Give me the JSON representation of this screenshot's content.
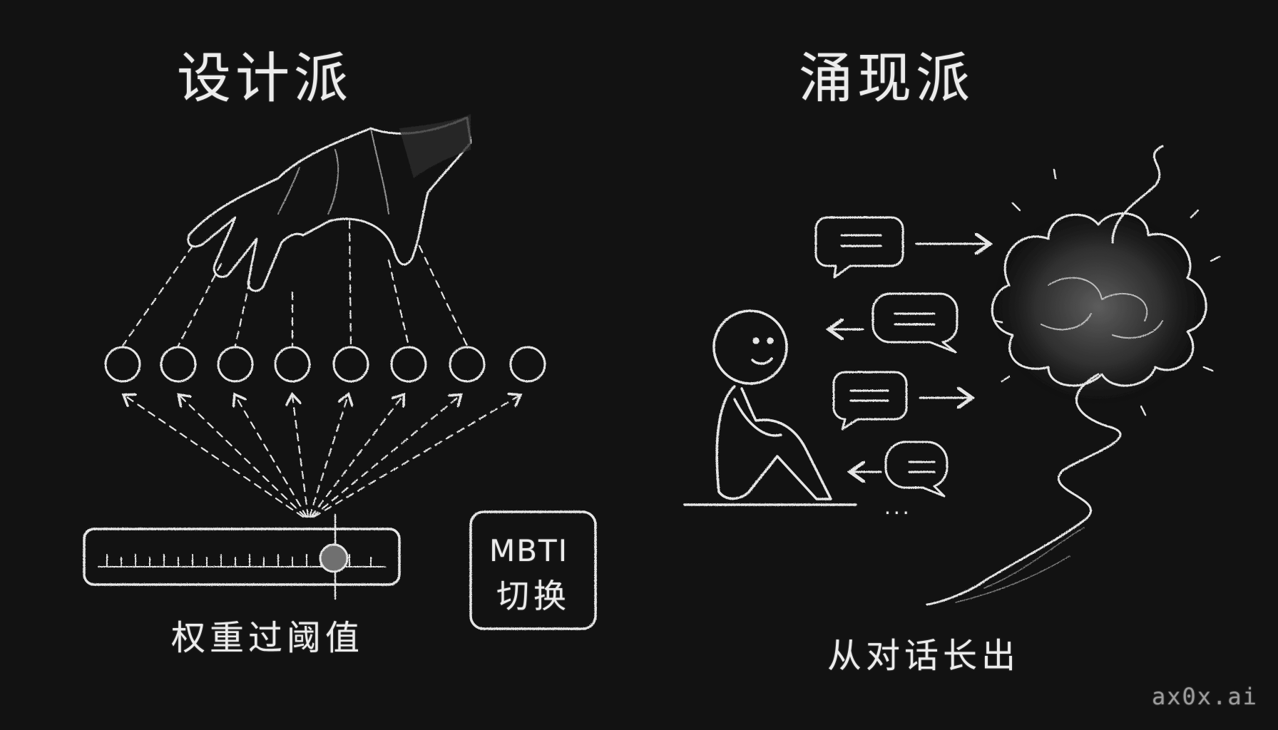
{
  "left_panel": {
    "title": "设计派",
    "caption": "权重过阈值",
    "result_box_line1": "MBTI",
    "result_box_line2": "切换"
  },
  "right_panel": {
    "title": "涌现派",
    "caption": "从对话长出",
    "ellipsis": "..."
  },
  "watermark": "ax0x.ai",
  "colors": {
    "background": "#121212",
    "chalk": "#e6e6e6"
  }
}
